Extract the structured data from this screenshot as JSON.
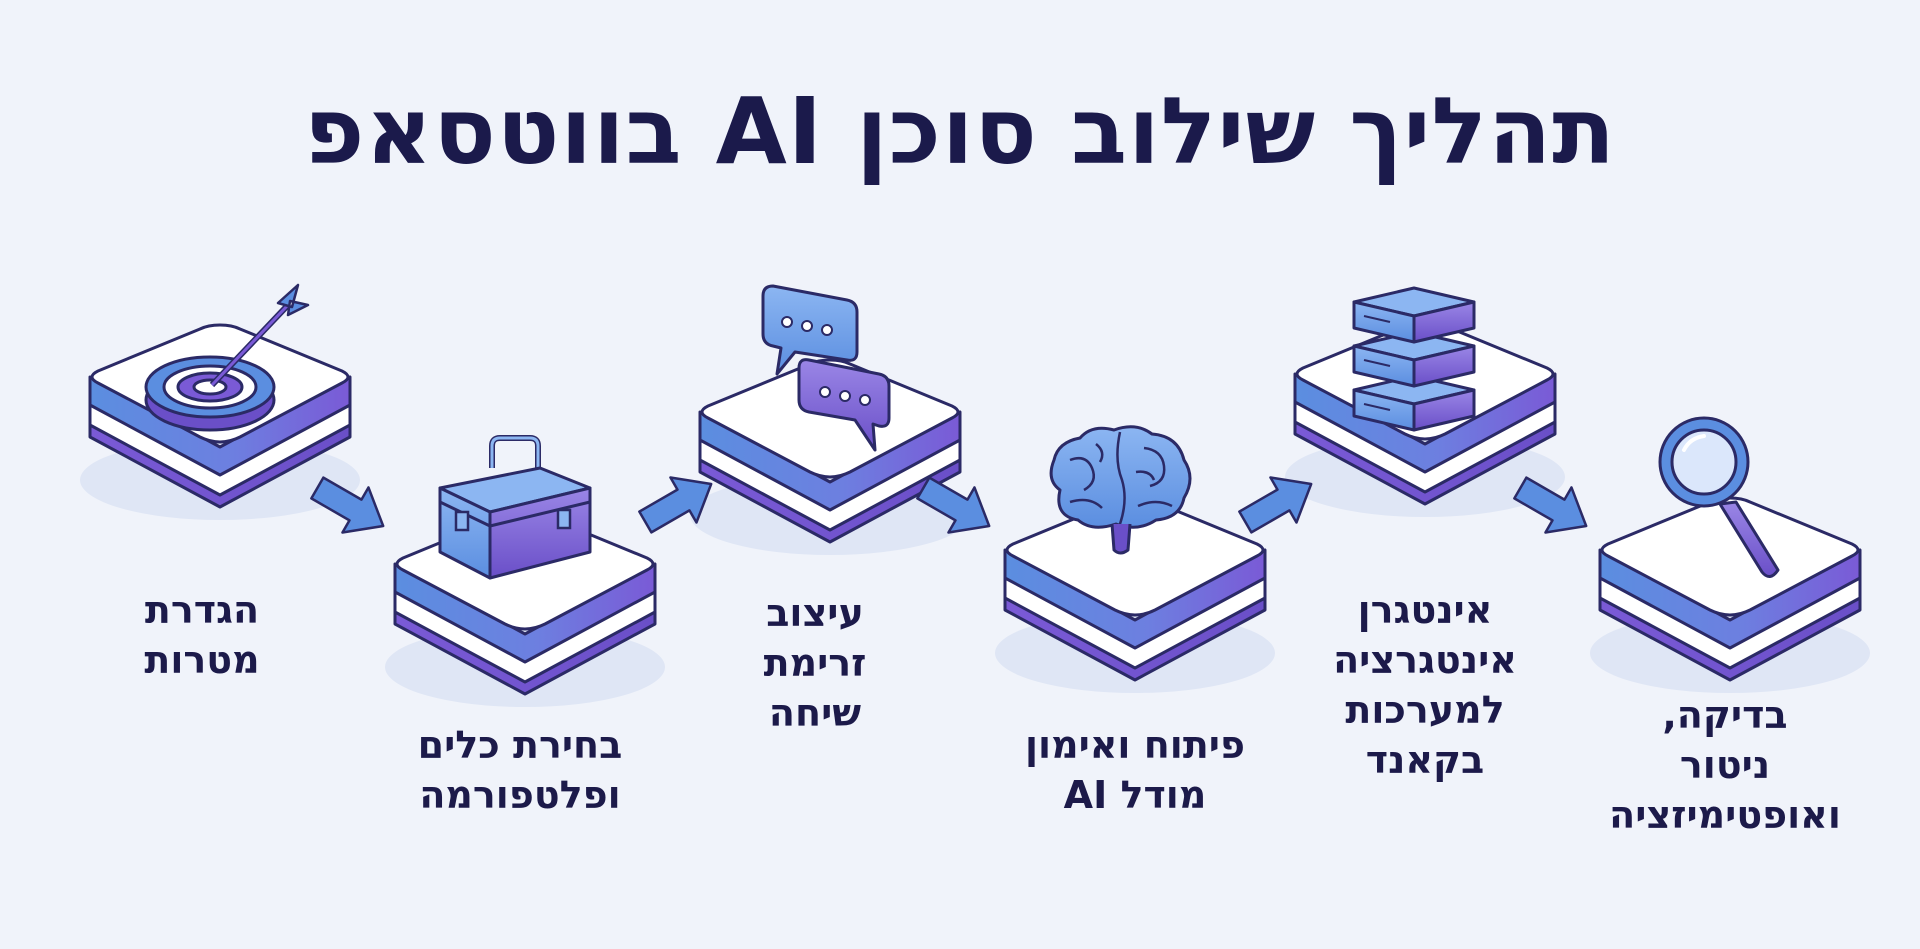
{
  "title": "תהליך שילוב סוכן AI בווטסאפ",
  "steps": [
    {
      "icon": "target-icon",
      "lines": [
        "הגדרת",
        "מטרות"
      ]
    },
    {
      "icon": "toolbox-icon",
      "lines": [
        "בחירת כלים",
        "ופלטפורמה"
      ]
    },
    {
      "icon": "chat-bubbles-icon",
      "lines": [
        "עיצוב",
        "זרימת",
        "שיחה"
      ]
    },
    {
      "icon": "brain-icon",
      "lines": [
        "פיתוח ואימון",
        "מודל AI"
      ]
    },
    {
      "icon": "server-icon",
      "lines": [
        "אינטגרן",
        "אינטגרציה",
        "למערכות",
        "בקאנד"
      ]
    },
    {
      "icon": "magnifier-icon",
      "lines": [
        "בדיקה,",
        "ניטור",
        "ואופטימיזציה"
      ]
    }
  ],
  "colors": {
    "title": "#1b1a4b",
    "blue": "#5b8ee0",
    "purple": "#7a5ad6",
    "platform_top": "#ffffff",
    "arrow": "#5b8ee0"
  }
}
